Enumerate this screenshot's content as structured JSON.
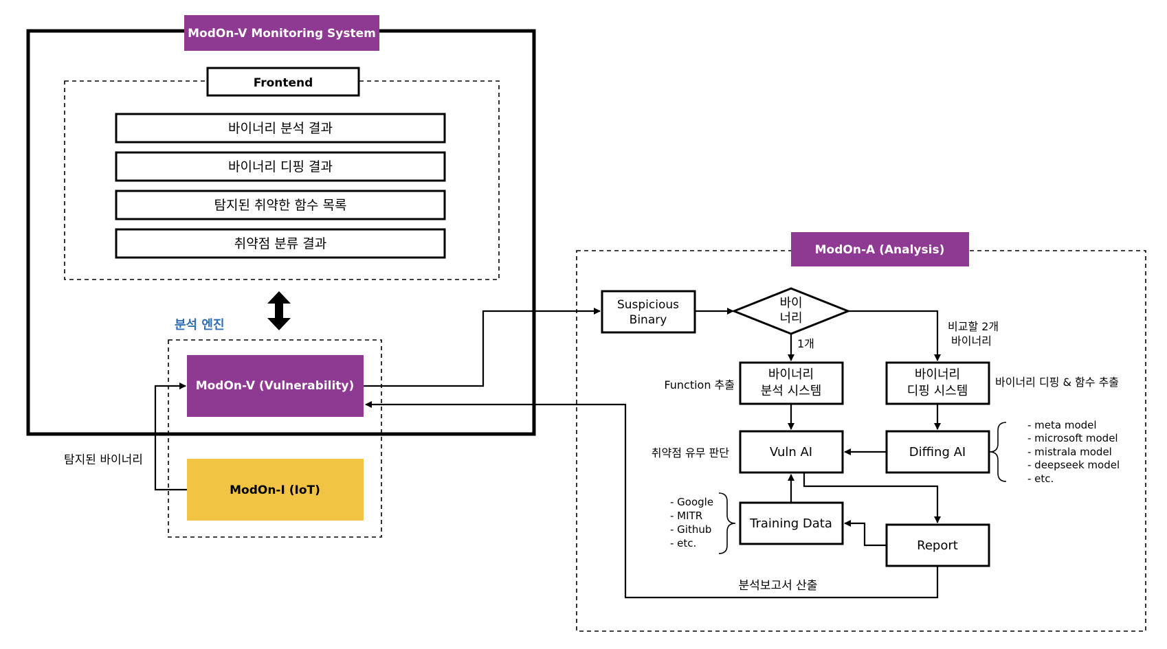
{
  "colors": {
    "purple": "#8e3a92",
    "yellow": "#f2c443",
    "blue_label": "#2e6db4"
  },
  "monitoring": {
    "title": "ModOn-V Monitoring System",
    "frontend": {
      "title": "Frontend",
      "items": [
        "바이너리 분석 결과",
        "바이너리 디핑 결과",
        "탐지된 취약한 함수 목록",
        "취약점 분류 결과"
      ]
    },
    "engine": {
      "label": "분석 엔진",
      "vulnerability": "ModOn-V (Vulnerability)",
      "iot": "ModOn-I (IoT)"
    },
    "detected_label": "탐지된 바이너리"
  },
  "analysis": {
    "title": "ModOn-A (Analysis)",
    "suspicious": [
      "Suspicious",
      "Binary"
    ],
    "decision": [
      "바이",
      "너리"
    ],
    "branch_one": "1개",
    "branch_two": [
      "비교할 2개",
      "바이너리"
    ],
    "binary_analysis": [
      "바이너리",
      "분석 시스템"
    ],
    "binary_diffing": [
      "바이너리",
      "디핑 시스템"
    ],
    "function_extract": "Function 추출",
    "diff_extract": "바이너리 디핑 & 함수 추출",
    "vuln_ai": "Vuln AI",
    "diffing_ai": "Diffing AI",
    "vuln_judge": "취약점 유무 판단",
    "models": [
      "- meta model",
      "- microsoft model",
      "- mistrala model",
      "- deepseek model",
      "- etc."
    ],
    "training_data": "Training Data",
    "sources": [
      "- Google",
      "- MITR",
      "- Github",
      "- etc."
    ],
    "report": "Report",
    "report_output": "분석보고서 산출"
  }
}
